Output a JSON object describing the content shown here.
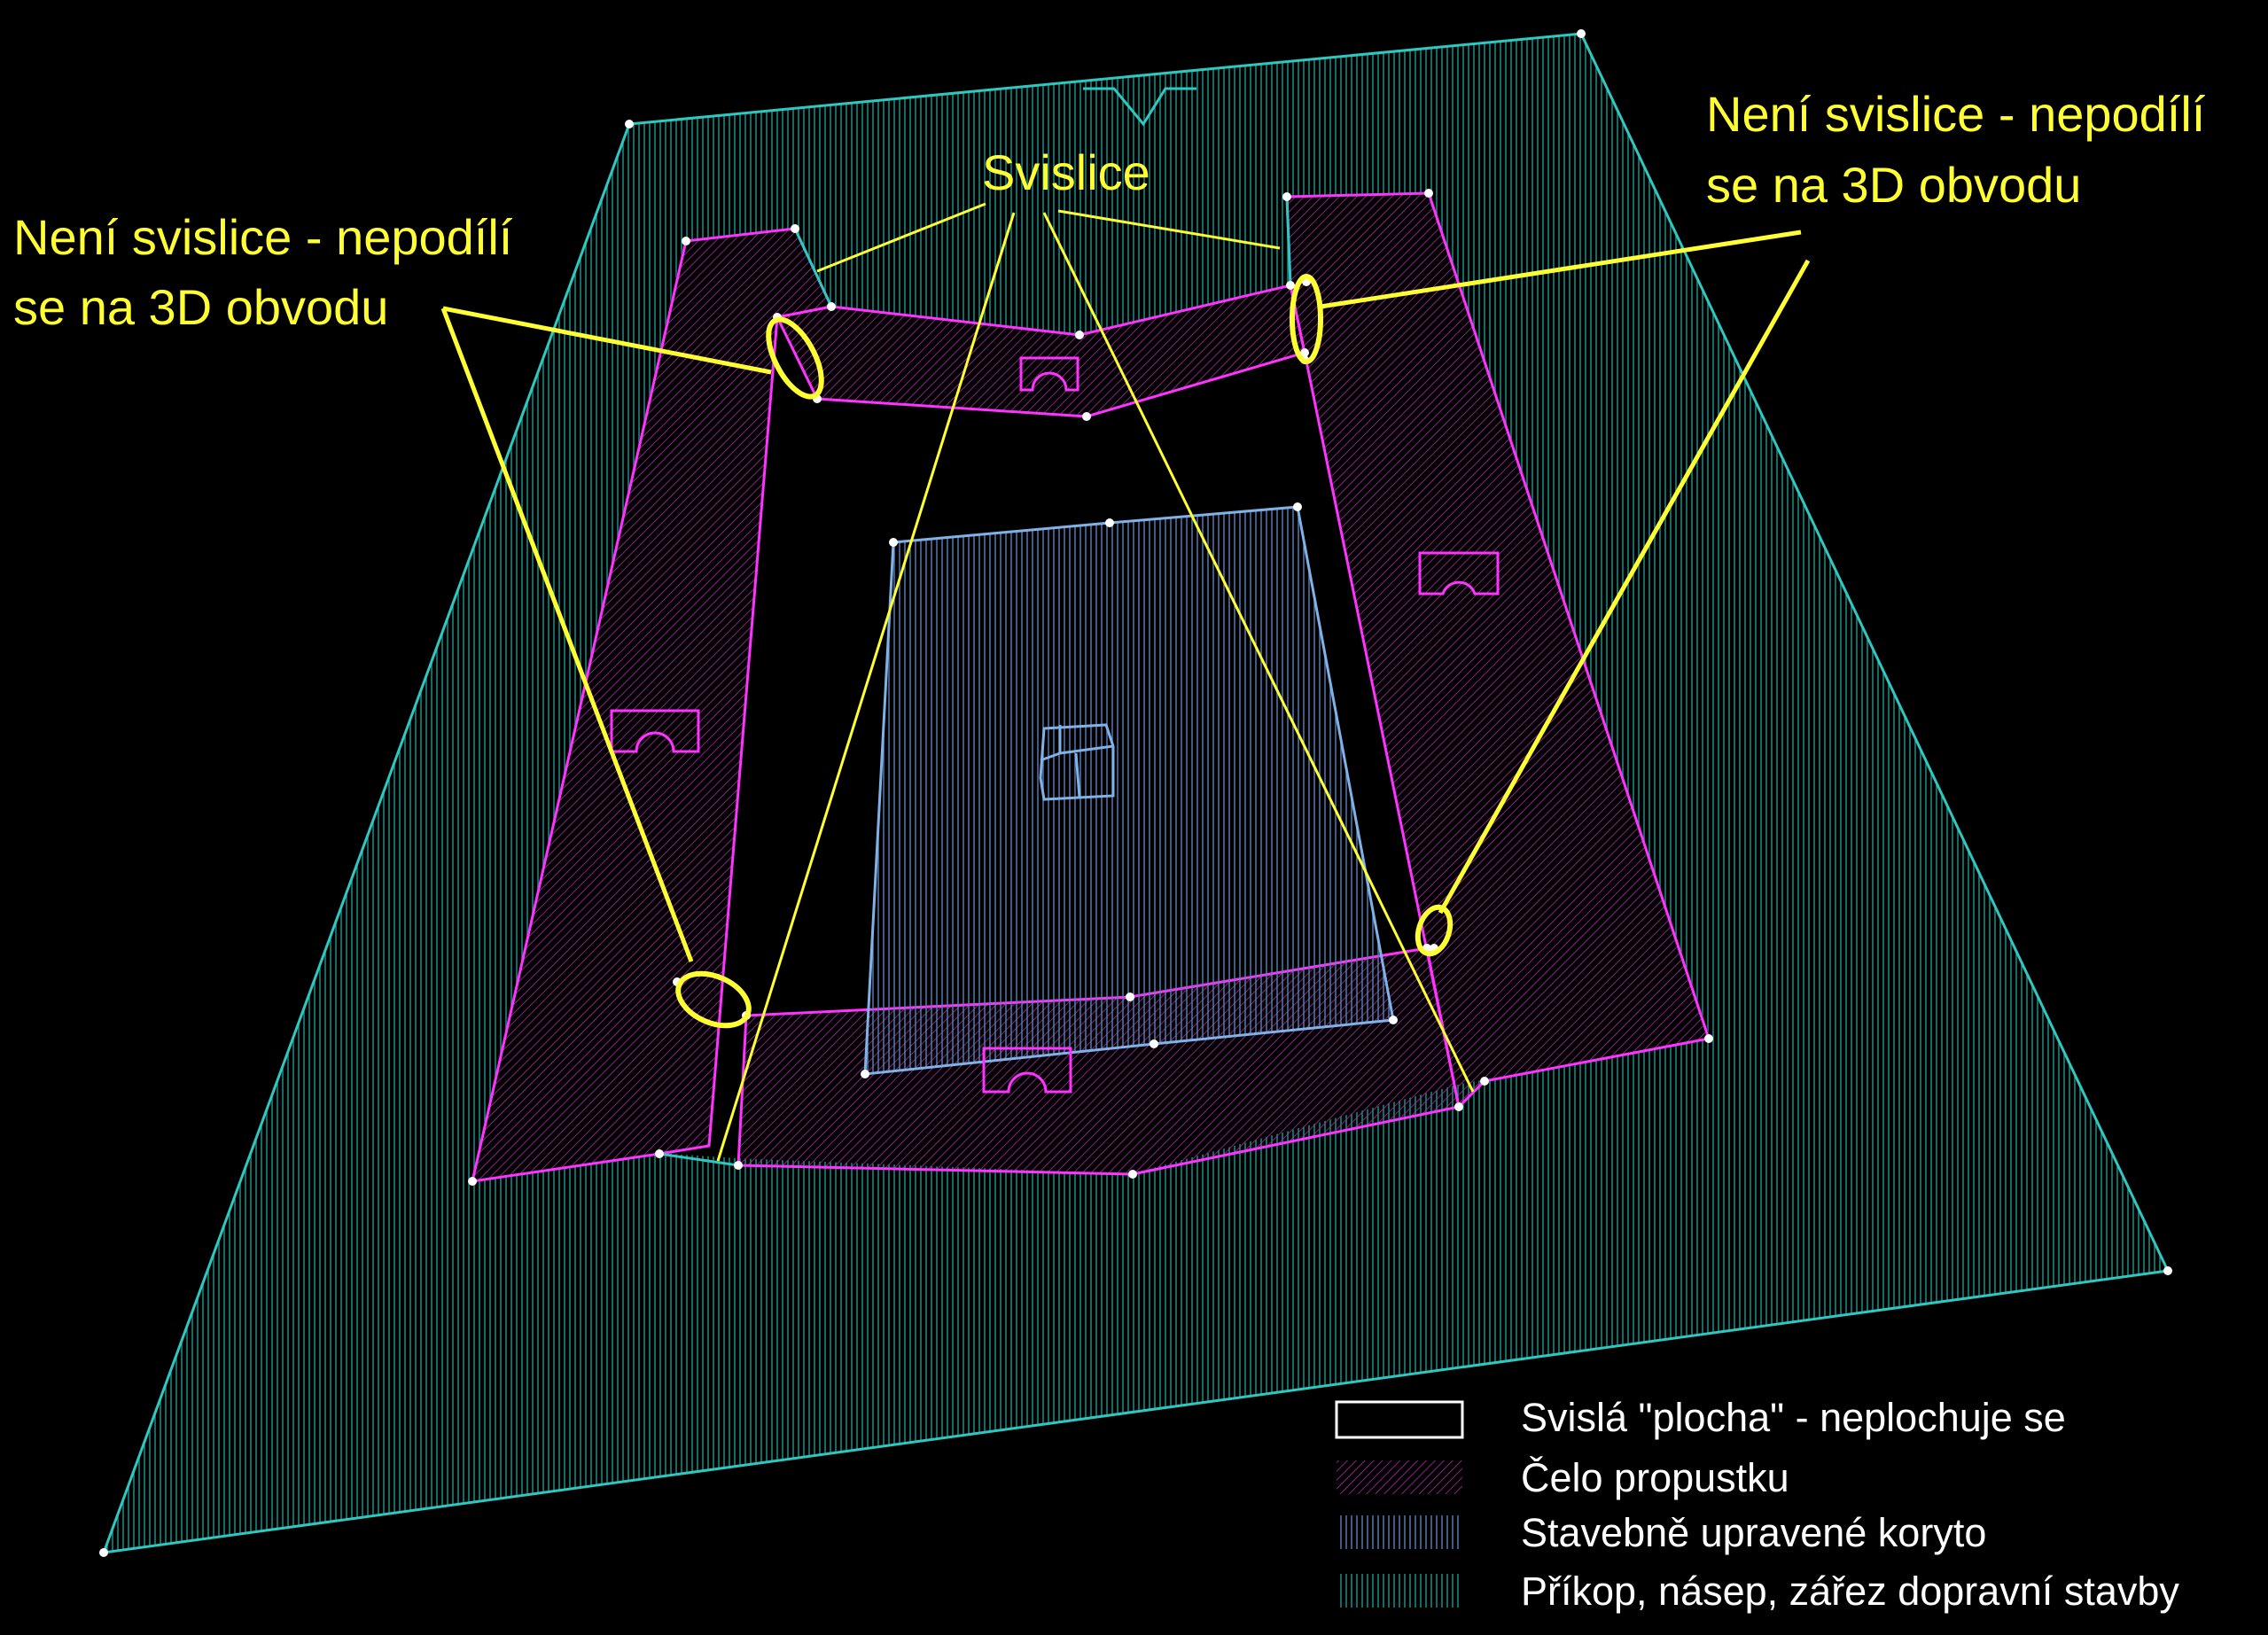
{
  "labels": {
    "svislice": "Svislice",
    "left_note_line1": "Není svislice - nepodílí",
    "left_note_line2": "se na 3D obvodu",
    "right_note_line1": "Není svislice - nepodílí",
    "right_note_line2": "se na 3D obvodu"
  },
  "legend": {
    "items": [
      {
        "label": "Svislá \"plocha\" - neplochuje se",
        "swatch": "outline-white"
      },
      {
        "label": "Čelo propustku",
        "swatch": "hatch-magenta"
      },
      {
        "label": "Stavebně upravené koryto",
        "swatch": "hatch-blue"
      },
      {
        "label": "Příkop, násep, zářez dopravní stavby",
        "swatch": "hatch-green"
      }
    ]
  },
  "colors": {
    "background": "#000000",
    "ditch": "#2ec8c0",
    "headwall": "#ff33ff",
    "channel": "#7fb2e6",
    "annotation": "#ffff33",
    "vertex": "#ffffff"
  }
}
